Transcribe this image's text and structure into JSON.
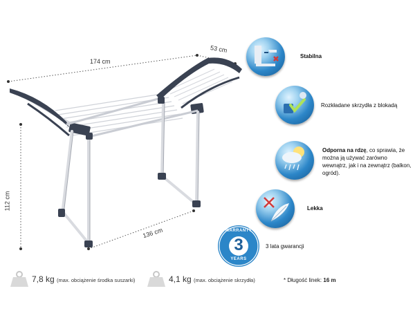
{
  "dimensions": {
    "length": "174 cm",
    "width": "53 cm",
    "height": "112 cm",
    "base_length": "136 cm"
  },
  "features": [
    {
      "icon": "stability-icon",
      "title": "Stabilna",
      "text": ""
    },
    {
      "icon": "lock-wings-icon",
      "title": "",
      "text": "Rozkładane skrzydła z blokadą"
    },
    {
      "icon": "rust-resistant-icon",
      "title": "Odporna na rdzę",
      "text": ", co sprawia, że można ją używać zarówno wewnątrz, jak i na zewnątrz (balkon, ogród)."
    },
    {
      "icon": "feather-light-icon",
      "title": "Lekka",
      "text": ""
    },
    {
      "icon": "warranty-badge-icon",
      "title": "",
      "text": "3 lata gwarancji"
    }
  ],
  "warranty_badge": {
    "top": "WARRANTY",
    "number": "3",
    "bottom": "YEARS"
  },
  "weights": [
    {
      "value": "7,8 kg",
      "note": "(max. obciążenie środka suszarki)",
      "icon": "weight-icon"
    },
    {
      "value": "4,1 kg",
      "note": "(max. obciążenie skrzydła)",
      "icon": "weight-icon"
    }
  ],
  "lines_note": {
    "label": "* Długość linek:",
    "value": "16 m"
  },
  "colors": {
    "frame_dark": "#3a4252",
    "frame_light": "#e8e8ec",
    "icon_blue": "#2c86c8",
    "dim_dot": "#555555"
  }
}
